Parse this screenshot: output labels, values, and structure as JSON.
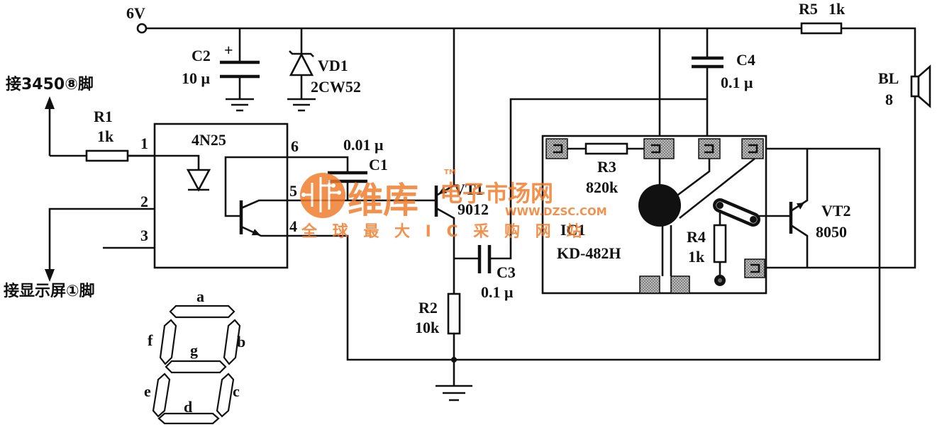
{
  "supply": {
    "label": "6V"
  },
  "components": {
    "r5": {
      "name": "R5",
      "value": "1k"
    },
    "c2": {
      "name": "C2",
      "value": "10 μ",
      "polarity": "+"
    },
    "vd1": {
      "name": "VD1",
      "value": "2CW52"
    },
    "c4": {
      "name": "C4",
      "value": "0.1 μ"
    },
    "bl": {
      "name": "BL",
      "value": "8"
    },
    "r1": {
      "name": "R1",
      "value": "1k"
    },
    "optocoupler": {
      "name": "4N25",
      "pins": [
        "1",
        "2",
        "3",
        "4",
        "5",
        "6"
      ]
    },
    "c1": {
      "name": "C1",
      "value": "0.01 μ"
    },
    "vt1": {
      "name": "VT1",
      "value": "9012"
    },
    "r3": {
      "name": "R3",
      "value": "820k"
    },
    "ic1": {
      "name": "IC1",
      "value": "KD-482H"
    },
    "r4": {
      "name": "R4",
      "value": "1k"
    },
    "vt2": {
      "name": "VT2",
      "value": "8050"
    },
    "c3": {
      "name": "C3",
      "value": "0.1 μ"
    },
    "r2": {
      "name": "R2",
      "value": "10k"
    }
  },
  "connections": {
    "top": "接3450⑧脚",
    "bottom": "接显示屏①脚"
  },
  "segment_display": {
    "segments": {
      "a": "a",
      "b": "b",
      "c": "c",
      "d": "d",
      "e": "e",
      "f": "f",
      "g": "g"
    }
  },
  "watermark": {
    "brand": "维库",
    "site_name": "电子市场网",
    "trademark": "TM",
    "url": "WWW.DZSC.COM",
    "slogan": "全 球 最 大 I C 采 购 网 站",
    "color": "#f07a28"
  }
}
